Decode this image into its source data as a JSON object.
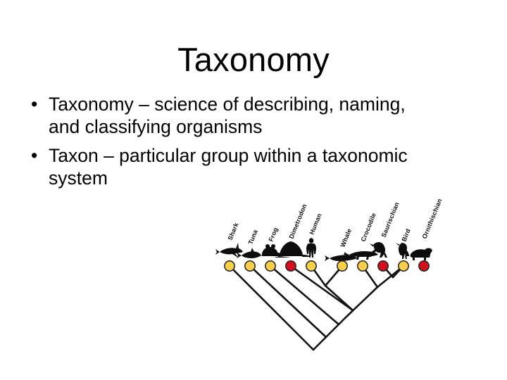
{
  "slide": {
    "title": "Taxonomy",
    "background_color": "#ffffff",
    "text_color": "#000000",
    "bullets": [
      {
        "marker": "•",
        "text": "Taxonomy – science of describing, naming, and classifying organisms"
      },
      {
        "marker": "•",
        "text": "Taxon – particular group within a taxonomic system"
      }
    ]
  },
  "diagram": {
    "name": "cladogram",
    "caption": "",
    "node_colors": {
      "extant": "#F5D04E",
      "extinct": "#D0111F",
      "outline": "#2b2118",
      "branch": "#121212"
    },
    "tips": [
      {
        "label": "Shark",
        "state": "extant",
        "color": "#F5D04E",
        "icon": "shark-silhouette"
      },
      {
        "label": "Tuna",
        "state": "extant",
        "color": "#F5D04E",
        "icon": "tuna-silhouette"
      },
      {
        "label": "Frog",
        "state": "extant",
        "color": "#F5D04E",
        "icon": "frog-silhouette"
      },
      {
        "label": "Dimetrodon",
        "state": "extinct",
        "color": "#D0111F",
        "icon": "dimetrodon-silhouette"
      },
      {
        "label": "Human",
        "state": "extant",
        "color": "#F5D04E",
        "icon": "human-silhouette"
      },
      {
        "label": "Whale",
        "state": "extant",
        "color": "#F5D04E",
        "icon": "whale-silhouette"
      },
      {
        "label": "Crocodile",
        "state": "extant",
        "color": "#F5D04E",
        "icon": "crocodile-silhouette"
      },
      {
        "label": "Saurischian",
        "state": "extinct",
        "color": "#D0111F",
        "icon": "tyrannosaur-silhouette"
      },
      {
        "label": "Bird",
        "state": "extant",
        "color": "#F5D04E",
        "icon": "bird-silhouette"
      },
      {
        "label": "Ornithischian",
        "state": "extinct",
        "color": "#D0111F",
        "icon": "triceratops-silhouette"
      }
    ]
  }
}
